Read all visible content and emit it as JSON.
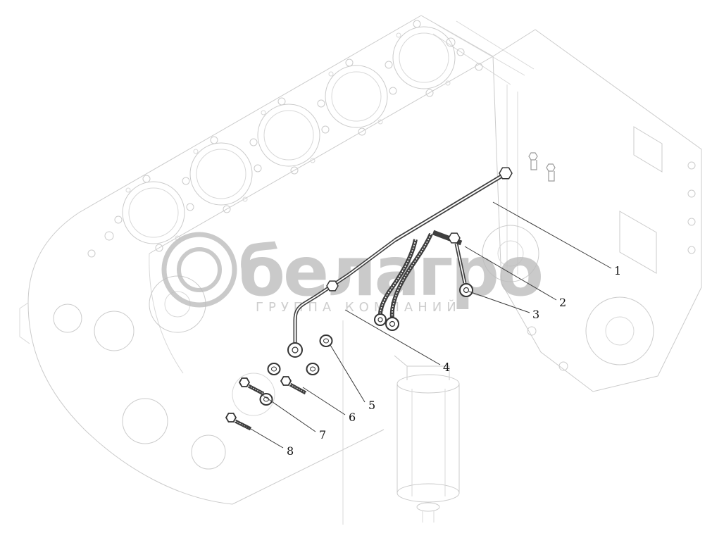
{
  "diagram": {
    "type": "parts-diagram",
    "background": "#ffffff",
    "sketch_line_color": "#cbcbcb",
    "part_line_color": "#3f3f3f",
    "leader_line_color": "#3a3a3a"
  },
  "watermark": {
    "text": "белагро",
    "subtitle": "ГРУППА КОМПАНИЙ",
    "color": "#bdbdbd"
  },
  "callouts": [
    {
      "label": "1"
    },
    {
      "label": "2"
    },
    {
      "label": "3"
    },
    {
      "label": "4"
    },
    {
      "label": "5"
    },
    {
      "label": "6"
    },
    {
      "label": "7"
    },
    {
      "label": "8"
    }
  ]
}
